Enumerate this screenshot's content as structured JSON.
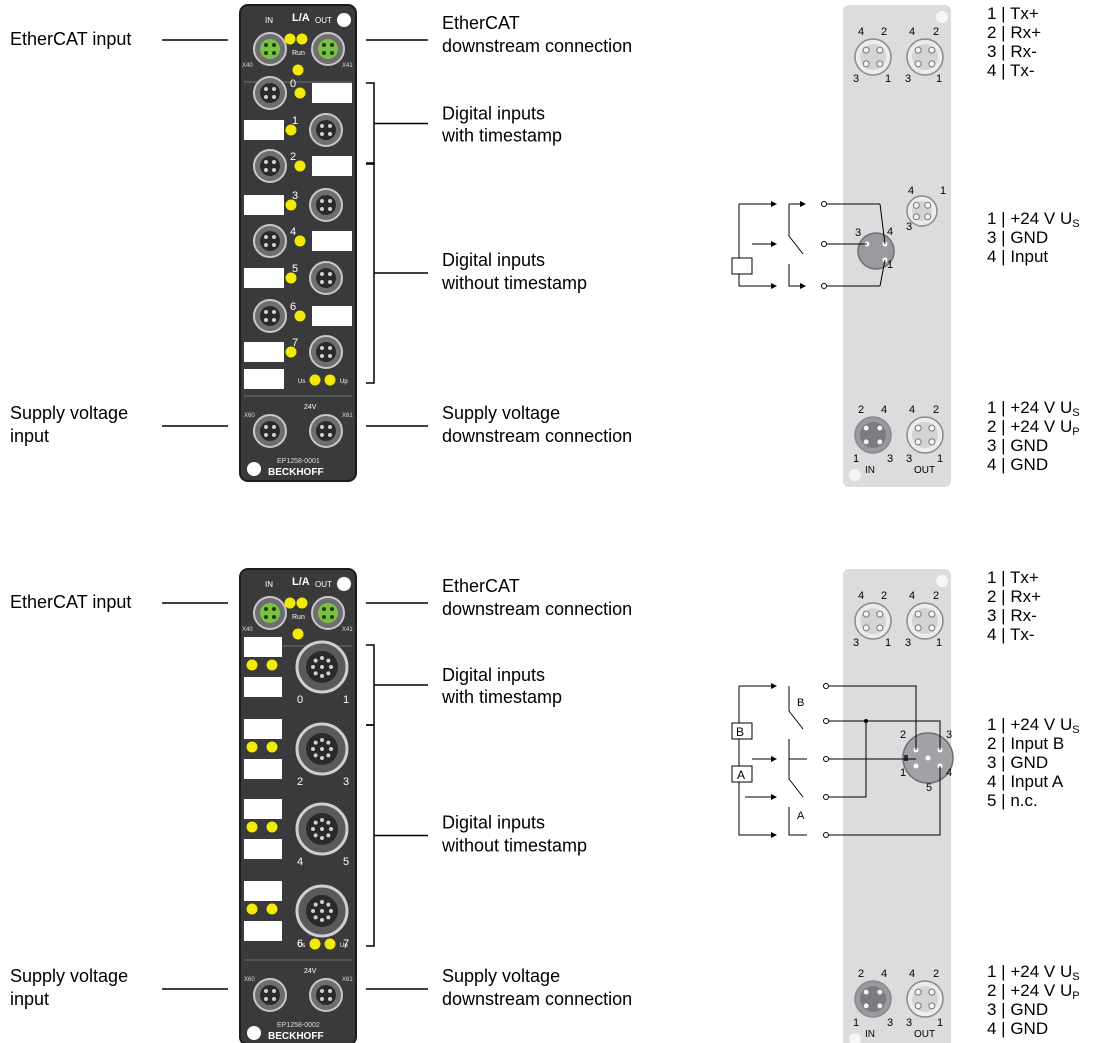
{
  "colors": {
    "housing": "#3a3a3c",
    "housing_edge": "#1c1c1e",
    "led_yellow": "#f2ea00",
    "connector_green": "#7ac143",
    "panel_grey": "#dcdcde",
    "label_white": "#ffffff",
    "text": "#000000"
  },
  "modules": [
    {
      "id": "EP1258-0001",
      "callouts": {
        "ethercat_input": "EtherCAT input",
        "ethercat_downstream_1": "EtherCAT",
        "ethercat_downstream_2": "downstream connection",
        "ts_inputs_1": "Digital inputs",
        "ts_inputs_2": "with timestamp",
        "inputs_1": "Digital inputs",
        "inputs_2": "without timestamp",
        "supply_input_1": "Supply voltage",
        "supply_input_2": "input",
        "supply_downstream_1": "Supply voltage",
        "supply_downstream_2": "downstream connection"
      },
      "device": {
        "in": "IN",
        "out": "OUT",
        "la": "L/A",
        "run": "Run",
        "x40": "X40",
        "x41": "X41",
        "x60": "X60",
        "x61": "X61",
        "v24": "24V",
        "us": "Us",
        "up": "Up",
        "model": "EP1258-0001",
        "brand": "BECKHOFF",
        "channels": [
          "0",
          "1",
          "2",
          "3",
          "4",
          "5",
          "6",
          "7"
        ]
      },
      "pins_ethercat": [
        "1 | Tx+",
        "2 | Rx+",
        "3 | Rx-",
        "4 | Tx-"
      ],
      "pins_input": [
        "1 | +24 V U",
        "3 | GND",
        "4 | Input"
      ],
      "pins_supply": [
        "1 | +24 V U",
        "2 | +24 V U",
        "3 | GND",
        "4 | GND"
      ],
      "sub": {
        "s": "S",
        "p": "P"
      },
      "panel": {
        "in": "IN",
        "out": "OUT"
      }
    },
    {
      "id": "EP1258-0002",
      "callouts": {
        "ethercat_input": "EtherCAT input",
        "ethercat_downstream_1": "EtherCAT",
        "ethercat_downstream_2": "downstream connection",
        "ts_inputs_1": "Digital inputs",
        "ts_inputs_2": "with timestamp",
        "inputs_1": "Digital inputs",
        "inputs_2": "without timestamp",
        "supply_input_1": "Supply voltage",
        "supply_input_2": "input",
        "supply_downstream_1": "Supply voltage",
        "supply_downstream_2": "downstream connection"
      },
      "device": {
        "in": "IN",
        "out": "OUT",
        "la": "L/A",
        "run": "Run",
        "x40": "X40",
        "x41": "X41",
        "x60": "X60",
        "x61": "X61",
        "v24": "24V",
        "us": "Us",
        "up": "Up",
        "model": "EP1258-0002",
        "brand": "BECKHOFF",
        "channels": [
          "0",
          "1",
          "2",
          "3",
          "4",
          "5",
          "6",
          "7"
        ]
      },
      "pins_ethercat": [
        "1 | Tx+",
        "2 | Rx+",
        "3 | Rx-",
        "4 | Tx-"
      ],
      "pins_input": [
        "1 | +24 V U",
        "2 | Input B",
        "3 | GND",
        "4 | Input A",
        "5 | n.c."
      ],
      "pins_supply": [
        "1 | +24 V U",
        "2 | +24 V U",
        "3 | GND",
        "4 | GND"
      ],
      "sub": {
        "s": "S",
        "p": "P"
      },
      "panel": {
        "in": "IN",
        "out": "OUT"
      },
      "switch_labels": {
        "a": "A",
        "b": "B"
      }
    }
  ]
}
